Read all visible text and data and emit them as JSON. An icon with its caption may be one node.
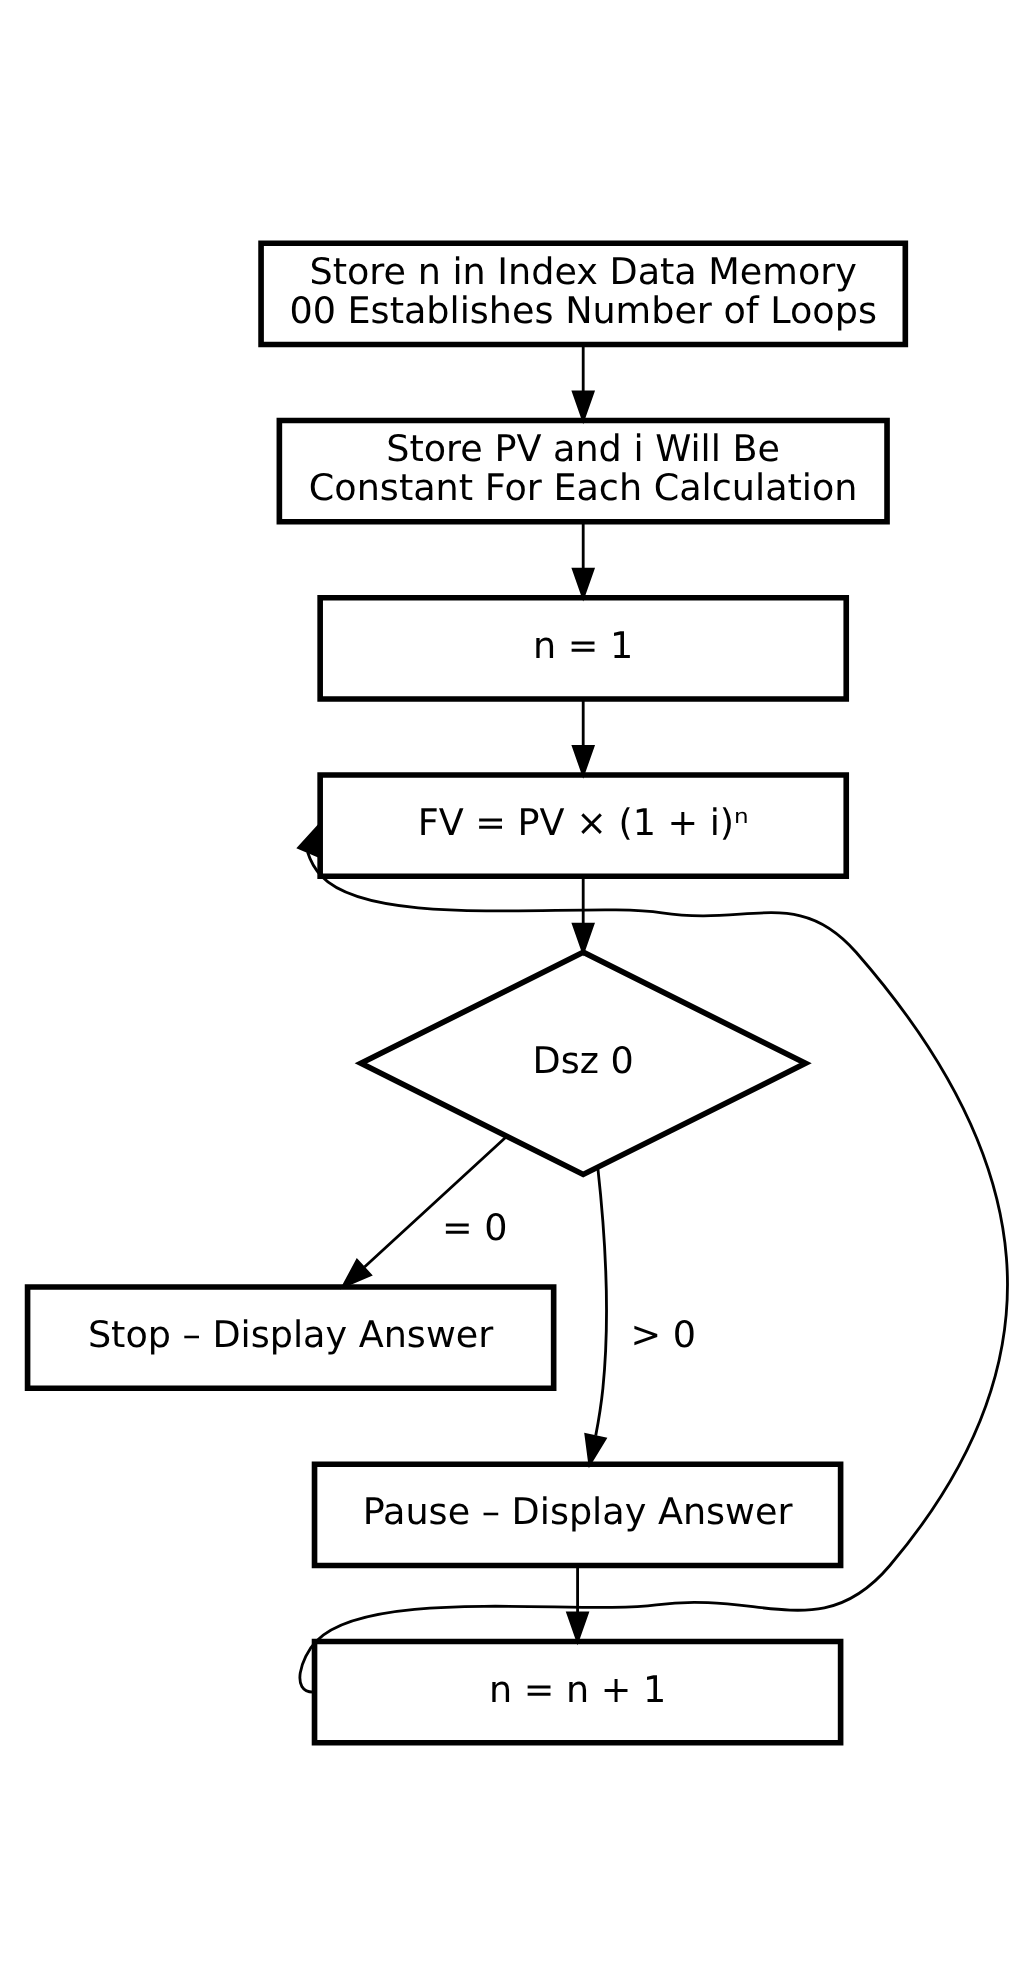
{
  "diagram": {
    "nodes": [
      {
        "text": [
          "Store n in Index Data Memory 00 Establishes Number of Loops"
        ]
      },
      {
        "text": [
          "Store PV and i Will Be Constant For Each Calculation"
        ]
      },
      {
        "text": [
          "n = 1"
        ]
      },
      {
        "text": [
          "FV = PV × (1 + i)ⁿ"
        ]
      },
      {
        "text": [
          "Dsz 0"
        ]
      },
      {
        "text": [
          "Stop – Display Answer"
        ]
      },
      {
        "text": [
          "Pause – Display Answer"
        ]
      },
      {
        "text": [
          "n = n + 1"
        ]
      }
    ],
    "edges": [
      {
        "from": 0,
        "to": 1,
        "arrow": "to"
      },
      {
        "from": 1,
        "to": 2,
        "arrow": "to"
      },
      {
        "from": 2,
        "to": 3,
        "arrow": "to"
      },
      {
        "from": 3,
        "to": 4,
        "arrow": "to"
      },
      {
        "from": 4,
        "to": 5,
        "arrow": "to",
        "label": "= 0"
      },
      {
        "from": 4,
        "to": 6,
        "arrow": "to",
        "label": "> 0"
      },
      {
        "from": 6,
        "to": 7,
        "arrow": "to"
      },
      {
        "from": 7,
        "to": 3,
        "arrow": "to"
      }
    ]
  }
}
